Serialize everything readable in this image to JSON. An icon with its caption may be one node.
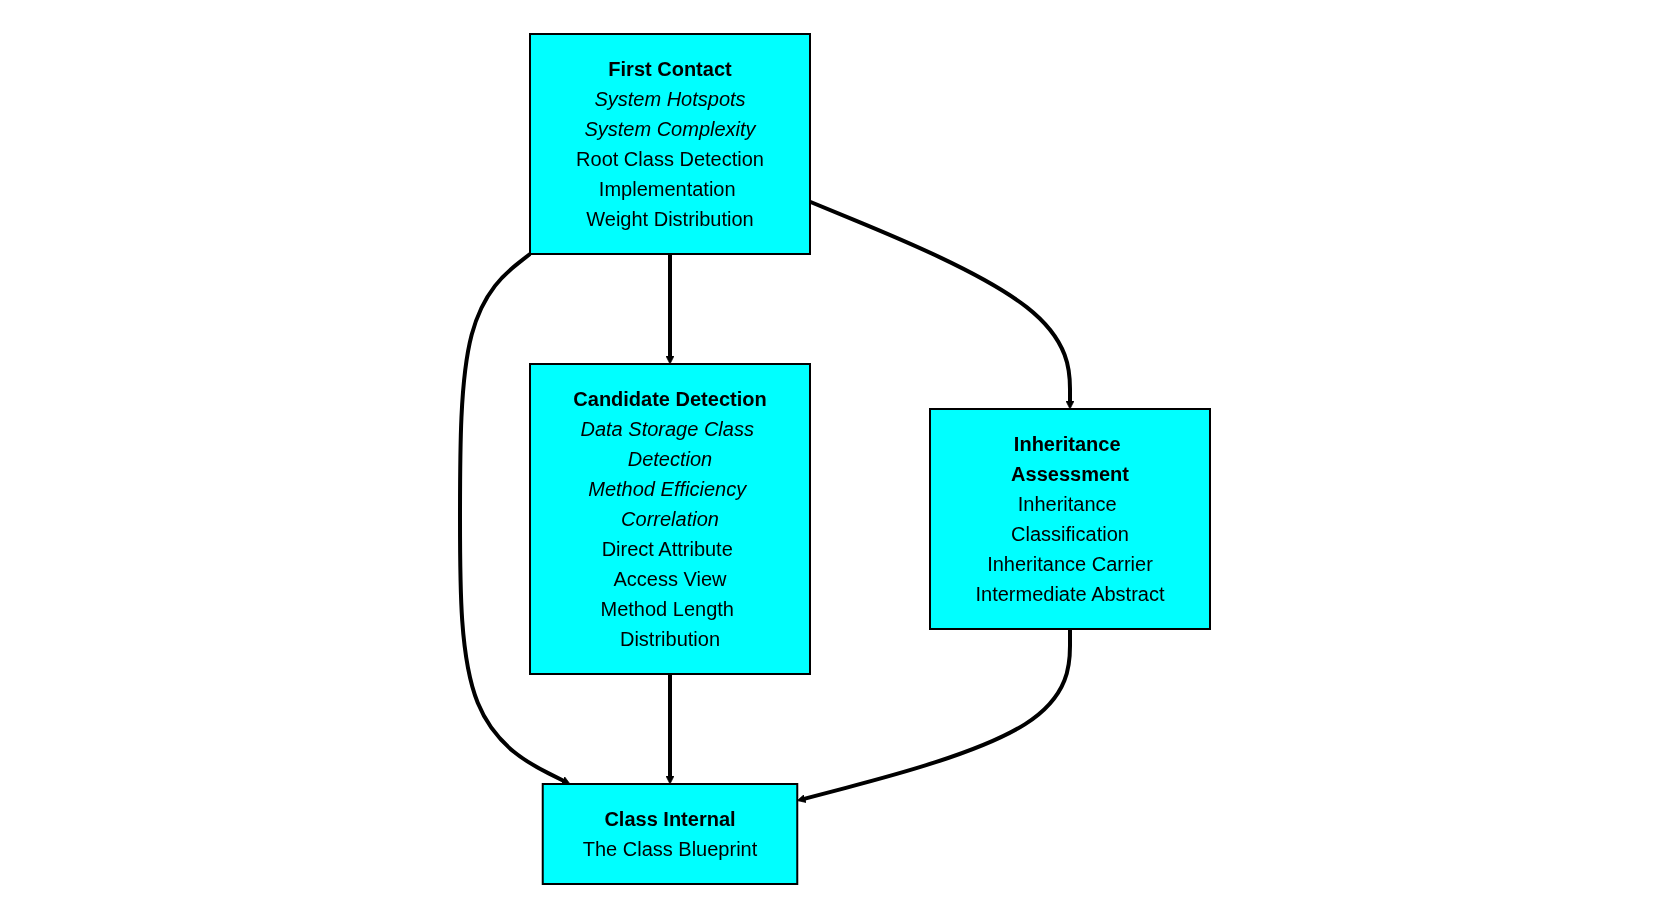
{
  "diagram": {
    "nodes": [
      {
        "text": [
          "First Contact",
          "System Hotspots",
          "System Complexity",
          "Root Class Detection",
          "Implementation Weight Distribution"
        ]
      },
      {
        "text": [
          "Candidate Detection",
          "Data Storage Class Detection",
          "Method Efficiency Correlation",
          "Direct Attribute Access View",
          "Method Length Distribution"
        ]
      },
      {
        "text": [
          "Inheritance Assessment",
          "Inheritance Classification",
          "Inheritance Carrier",
          "Intermediate Abstract"
        ]
      },
      {
        "text": [
          "Class Internal",
          "The Class Blueprint"
        ]
      }
    ],
    "edges": [
      {
        "from": 0,
        "to": 1,
        "arrow": "to"
      },
      {
        "from": 0,
        "to": 2,
        "arrow": "to"
      },
      {
        "from": 0,
        "to": 3,
        "arrow": "to"
      },
      {
        "from": 1,
        "to": 3,
        "arrow": "to"
      },
      {
        "from": 2,
        "to": 3,
        "arrow": "to"
      }
    ]
  }
}
